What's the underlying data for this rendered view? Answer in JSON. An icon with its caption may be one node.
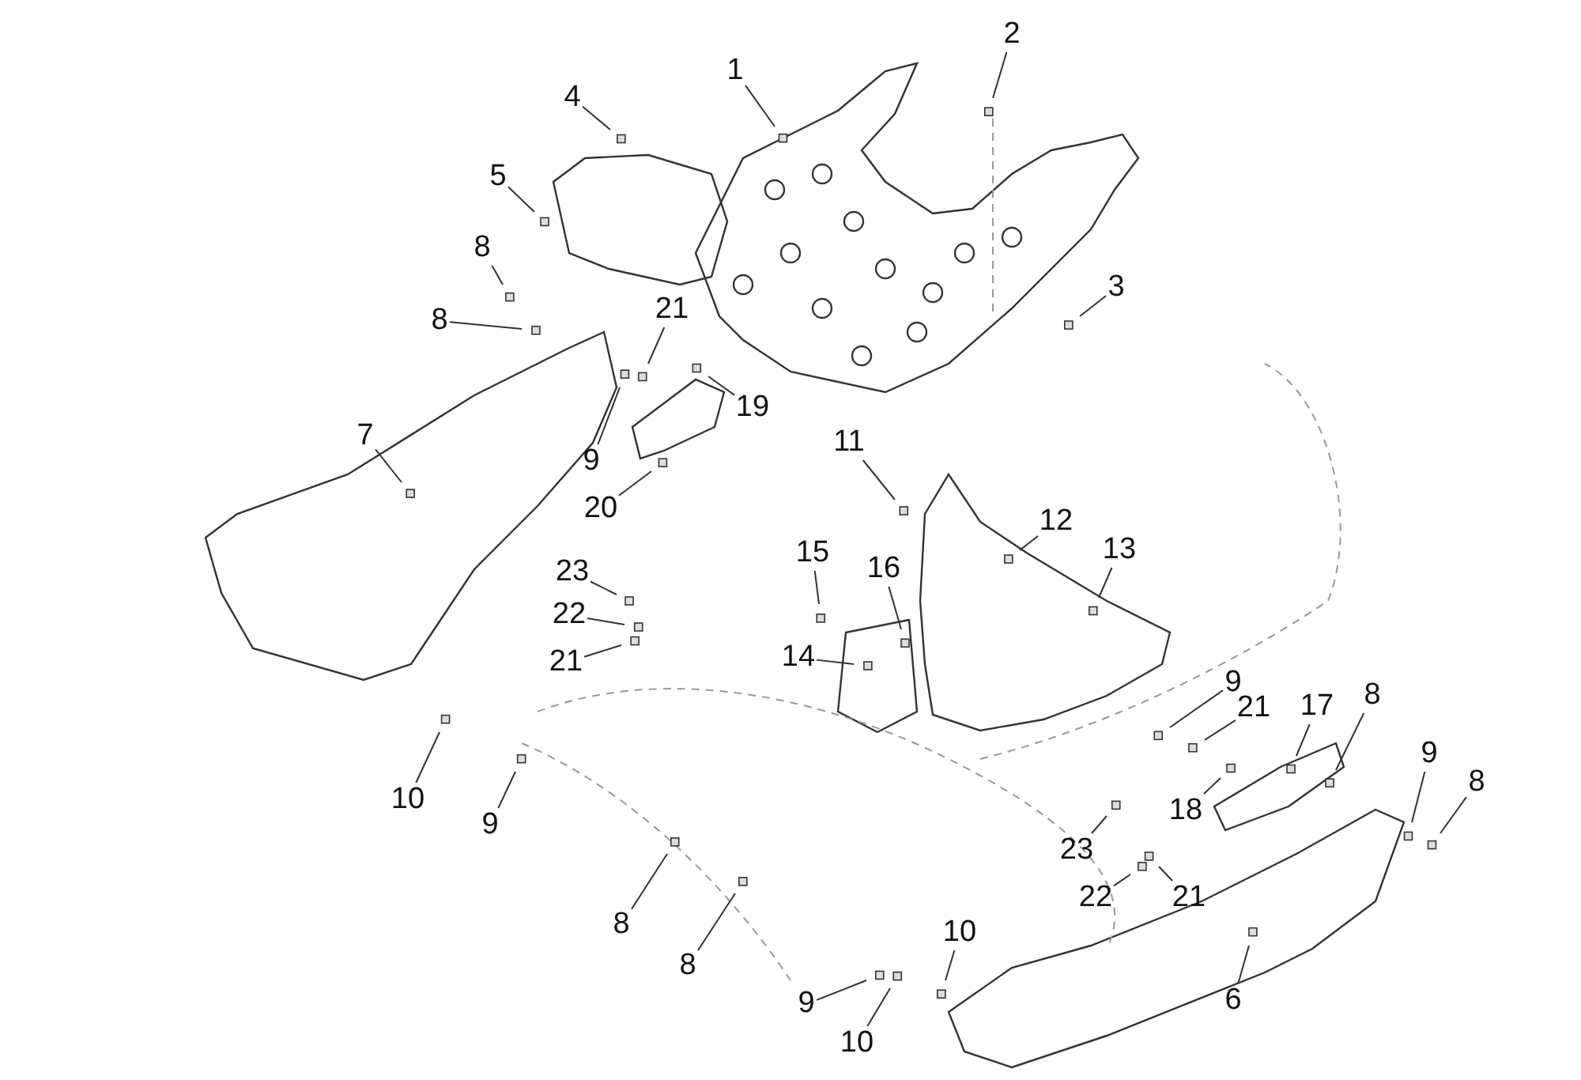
{
  "diagram": {
    "nodes": [
      {
        "text": [
          "2"
        ]
      },
      {
        "text": [
          "1"
        ]
      },
      {
        "text": [
          "4"
        ]
      },
      {
        "text": [
          "5"
        ]
      },
      {
        "text": [
          "8"
        ]
      },
      {
        "text": [
          "3"
        ]
      },
      {
        "text": [
          "8"
        ]
      },
      {
        "text": [
          "21"
        ]
      },
      {
        "text": [
          "19"
        ]
      },
      {
        "text": [
          "7"
        ]
      },
      {
        "text": [
          "9"
        ]
      },
      {
        "text": [
          "11"
        ]
      },
      {
        "text": [
          "20"
        ]
      },
      {
        "text": [
          "12"
        ]
      },
      {
        "text": [
          "15"
        ]
      },
      {
        "text": [
          "13"
        ]
      },
      {
        "text": [
          "16"
        ]
      },
      {
        "text": [
          "23"
        ]
      },
      {
        "text": [
          "22"
        ]
      },
      {
        "text": [
          "21"
        ]
      },
      {
        "text": [
          "14"
        ]
      },
      {
        "text": [
          "9"
        ]
      },
      {
        "text": [
          "8"
        ]
      },
      {
        "text": [
          "17"
        ]
      },
      {
        "text": [
          "21"
        ]
      },
      {
        "text": [
          "9"
        ]
      },
      {
        "text": [
          "8"
        ]
      },
      {
        "text": [
          "18"
        ]
      },
      {
        "text": [
          "10"
        ]
      },
      {
        "text": [
          "9"
        ]
      },
      {
        "text": [
          "23"
        ]
      },
      {
        "text": [
          "22"
        ]
      },
      {
        "text": [
          "21"
        ]
      },
      {
        "text": [
          "10"
        ]
      },
      {
        "text": [
          "8"
        ]
      },
      {
        "text": [
          "8"
        ]
      },
      {
        "text": [
          "9"
        ]
      },
      {
        "text": [
          "10"
        ]
      },
      {
        "text": [
          "6"
        ]
      }
    ],
    "edges": [
      {
        "from": 0,
        "to": null,
        "arrow": "none"
      },
      {
        "from": 1,
        "to": null,
        "arrow": "none"
      },
      {
        "from": 2,
        "to": null,
        "arrow": "none"
      },
      {
        "from": 3,
        "to": null,
        "arrow": "none"
      },
      {
        "from": 4,
        "to": null,
        "arrow": "none"
      },
      {
        "from": 5,
        "to": null,
        "arrow": "none"
      },
      {
        "from": 6,
        "to": null,
        "arrow": "none"
      },
      {
        "from": 7,
        "to": null,
        "arrow": "none"
      },
      {
        "from": 8,
        "to": null,
        "arrow": "none"
      },
      {
        "from": 9,
        "to": null,
        "arrow": "none"
      },
      {
        "from": 10,
        "to": null,
        "arrow": "none"
      },
      {
        "from": 11,
        "to": null,
        "arrow": "none"
      },
      {
        "from": 12,
        "to": null,
        "arrow": "none"
      },
      {
        "from": 13,
        "to": null,
        "arrow": "none"
      },
      {
        "from": 14,
        "to": null,
        "arrow": "none"
      },
      {
        "from": 15,
        "to": null,
        "arrow": "none"
      },
      {
        "from": 16,
        "to": null,
        "arrow": "none"
      },
      {
        "from": 17,
        "to": null,
        "arrow": "none"
      },
      {
        "from": 18,
        "to": null,
        "arrow": "none"
      },
      {
        "from": 19,
        "to": null,
        "arrow": "none"
      },
      {
        "from": 20,
        "to": null,
        "arrow": "none"
      },
      {
        "from": 21,
        "to": null,
        "arrow": "none"
      },
      {
        "from": 22,
        "to": null,
        "arrow": "none"
      },
      {
        "from": 23,
        "to": null,
        "arrow": "none"
      },
      {
        "from": 24,
        "to": null,
        "arrow": "none"
      },
      {
        "from": 25,
        "to": null,
        "arrow": "none"
      },
      {
        "from": 26,
        "to": null,
        "arrow": "none"
      },
      {
        "from": 27,
        "to": null,
        "arrow": "none"
      },
      {
        "from": 28,
        "to": null,
        "arrow": "none"
      },
      {
        "from": 29,
        "to": null,
        "arrow": "none"
      },
      {
        "from": 30,
        "to": null,
        "arrow": "none"
      },
      {
        "from": 31,
        "to": null,
        "arrow": "none"
      },
      {
        "from": 32,
        "to": null,
        "arrow": "none"
      },
      {
        "from": 33,
        "to": null,
        "arrow": "none"
      },
      {
        "from": 34,
        "to": null,
        "arrow": "none"
      },
      {
        "from": 35,
        "to": null,
        "arrow": "none"
      },
      {
        "from": 36,
        "to": null,
        "arrow": "none"
      },
      {
        "from": 37,
        "to": null,
        "arrow": "none"
      },
      {
        "from": 38,
        "to": null,
        "arrow": "none"
      }
    ]
  }
}
